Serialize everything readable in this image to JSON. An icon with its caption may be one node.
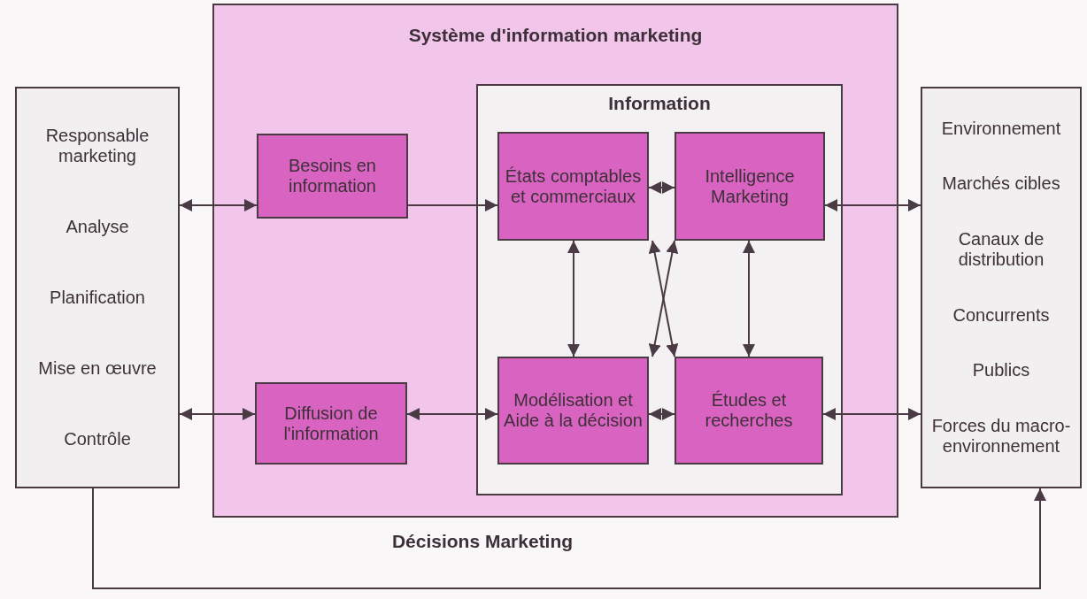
{
  "diagram": {
    "nodes": [
      {
        "text": [
          "Responsable marketing",
          "Analyse",
          "Planification",
          "Mise en œuvre",
          "Contrôle"
        ]
      },
      {
        "text": [
          "Système d'information marketing"
        ]
      },
      {
        "text": [
          "Besoins en information"
        ],
        "in": 1
      },
      {
        "text": [
          "Diffusion de l'information"
        ],
        "in": 1
      },
      {
        "text": [
          "Information"
        ],
        "in": 1
      },
      {
        "text": [
          "États comptables et commerciaux"
        ],
        "in": 4
      },
      {
        "text": [
          "Intelligence Marketing"
        ],
        "in": 4
      },
      {
        "text": [
          "Modélisation et Aide à la décision"
        ],
        "in": 4
      },
      {
        "text": [
          "Études et recherches"
        ],
        "in": 4
      },
      {
        "text": [
          "Environnement",
          "Marchés cibles",
          "Canaux de distribution",
          "Concurrents",
          "Publics",
          "Forces du macro-environnement"
        ]
      }
    ],
    "edges": [
      {
        "from": 0,
        "to": 2,
        "arrow": "both"
      },
      {
        "from": 2,
        "to": 5,
        "arrow": "to"
      },
      {
        "from": 5,
        "to": 6,
        "arrow": "both"
      },
      {
        "from": 6,
        "to": 9,
        "arrow": "both"
      },
      {
        "from": 0,
        "to": 3,
        "arrow": "both"
      },
      {
        "from": 3,
        "to": 7,
        "arrow": "both"
      },
      {
        "from": 7,
        "to": 8,
        "arrow": "both"
      },
      {
        "from": 8,
        "to": 9,
        "arrow": "both"
      },
      {
        "from": 7,
        "to": 5,
        "arrow": "both"
      },
      {
        "from": 7,
        "to": 6,
        "arrow": "both"
      },
      {
        "from": 8,
        "to": 5,
        "arrow": "both"
      },
      {
        "from": 8,
        "to": 6,
        "arrow": "both"
      },
      {
        "from": 0,
        "to": 9,
        "arrow": "to",
        "label": "Décisions Marketing"
      }
    ]
  }
}
